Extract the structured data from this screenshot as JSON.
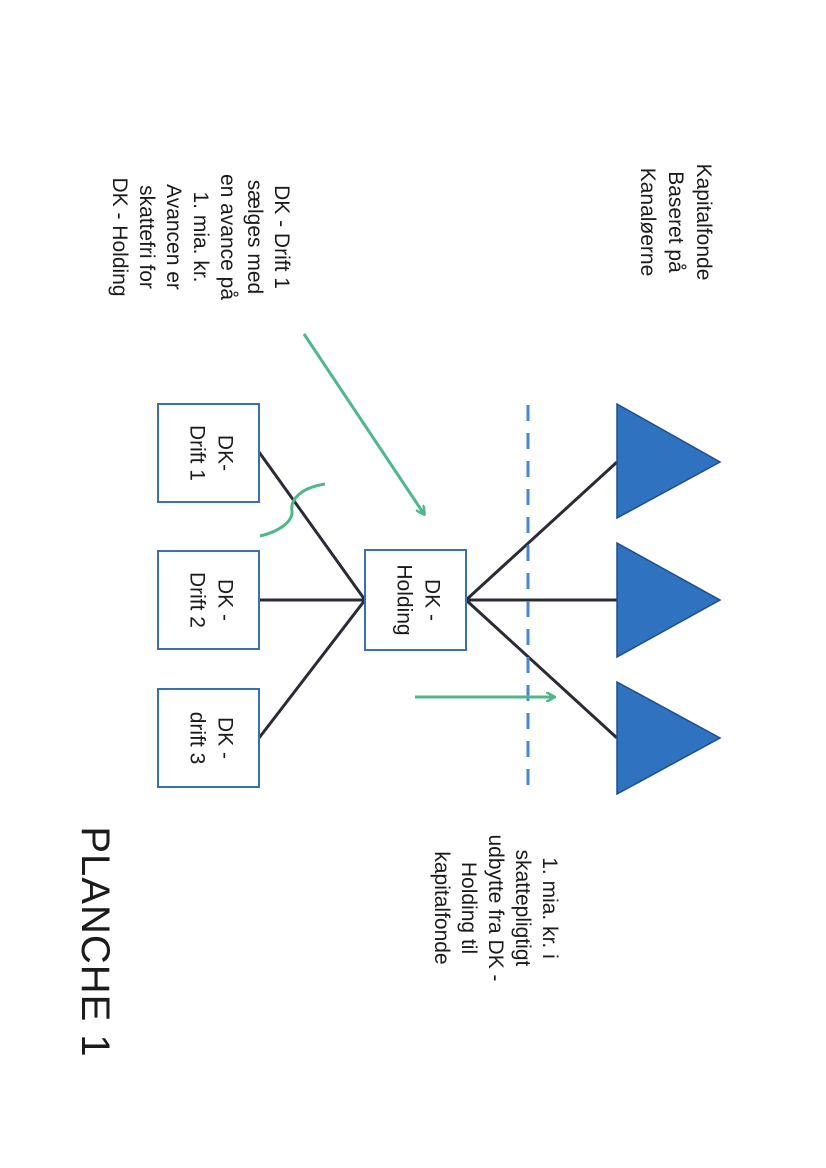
{
  "title": "PLANCHE 1",
  "colors": {
    "fund_triangle": "#2f72c0",
    "fund_triangle_stroke": "#1d4f8f",
    "box_border": "#3a6fb0",
    "connector": "#2b2b36",
    "arrow": "#4fb88a",
    "dashed_border": "#4a86d0"
  },
  "icons": {
    "fund": "triangle",
    "green_arc": "arc"
  },
  "labels": {
    "funds_note": [
      "Kapitalfonde",
      "Baseret på",
      "Kanaløerne"
    ],
    "sale_note": [
      "DK - Drift 1",
      "sælges med",
      "en avance på",
      "1. mia. kr.",
      "Avancen er",
      "skattefri for",
      "DK - Holding"
    ],
    "dividend_note": [
      "1. mia. kr. i",
      "skattepligtigt",
      "udbytte fra DK -",
      "Holding til",
      "kapitalfonde"
    ]
  },
  "nodes": {
    "holding": [
      "DK -",
      "Holding"
    ],
    "drift1": [
      "DK-",
      "Drift 1"
    ],
    "drift2": [
      "DK -",
      "Drift 2"
    ],
    "drift3": [
      "DK -",
      "drift 3"
    ]
  }
}
